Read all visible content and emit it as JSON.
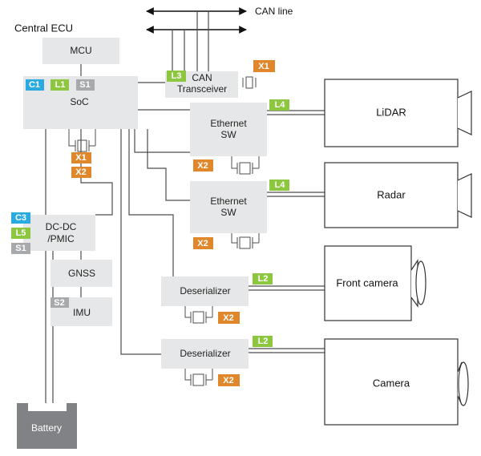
{
  "colors": {
    "block": "#e6e7e8",
    "tag_c": "#29abe2",
    "tag_l": "#8dc63f",
    "tag_s": "#a7a9ac",
    "tag_x": "#e0872b",
    "battery": "#808285"
  },
  "title": "Central ECU",
  "can_line": "CAN line",
  "blocks": {
    "mcu": "MCU",
    "soc": "SoC",
    "can_1": "CAN",
    "can_2": "Transceiver",
    "eth1_1": "Ethernet",
    "eth1_2": "SW",
    "eth2_1": "Ethernet",
    "eth2_2": "SW",
    "dcdc_1": "DC-DC",
    "dcdc_2": "/PMIC",
    "gnss": "GNSS",
    "imu": "IMU",
    "deser1": "Deserializer",
    "deser2": "Deserializer",
    "battery": "Battery"
  },
  "devices": {
    "lidar": "LiDAR",
    "radar": "Radar",
    "front_camera": "Front camera",
    "camera": "Camera"
  },
  "tags": {
    "soc_c1": "C1",
    "soc_l1": "L1",
    "soc_s1": "S1",
    "can_l3": "L3",
    "can_x1": "X1",
    "soc_x1": "X1",
    "soc_x2": "X2",
    "lidar_l4": "L4",
    "eth1_x2": "X2",
    "radar_l4": "L4",
    "eth2_x2": "X2",
    "dcdc_c3": "C3",
    "dcdc_l5": "L5",
    "dcdc_s1": "S1",
    "imu_s2": "S2",
    "deser1_l2": "L2",
    "deser1_x2": "X2",
    "deser2_l2": "L2",
    "deser2_x2": "X2"
  }
}
